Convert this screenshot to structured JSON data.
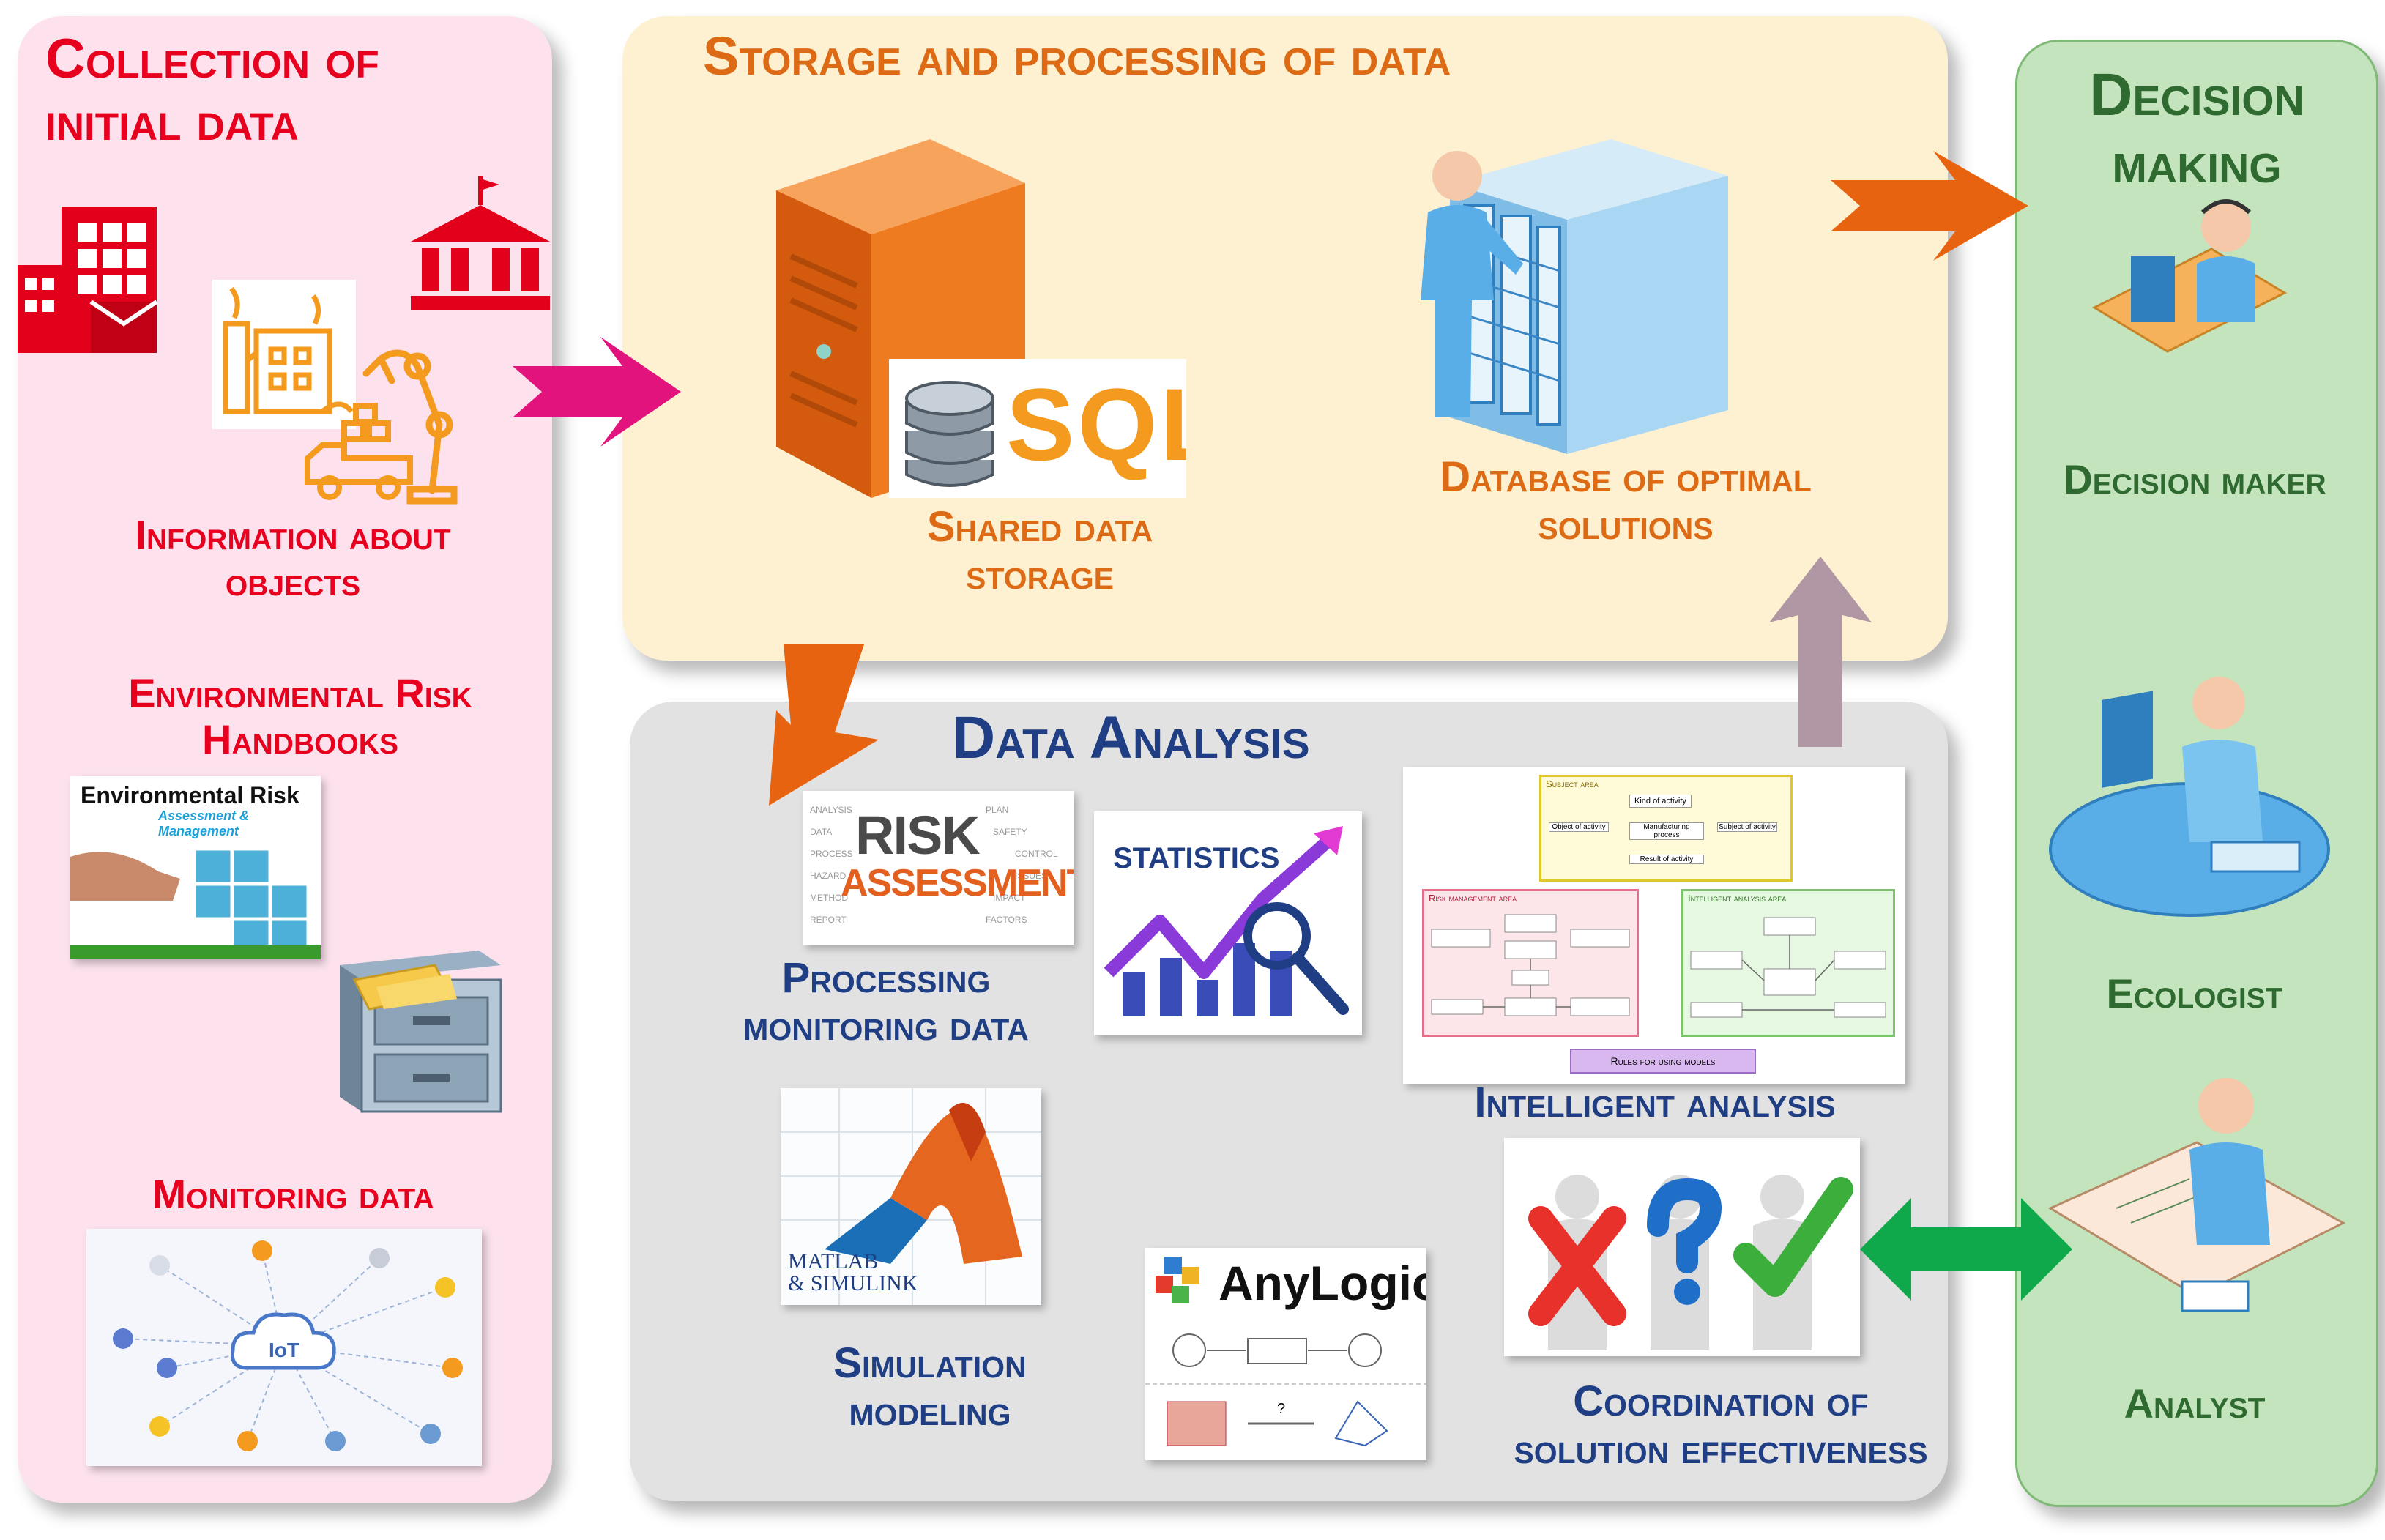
{
  "colors": {
    "collection_panel": "#fde2ee",
    "storage_panel": "#fdf1d1",
    "analysis_panel": "#e2e2e2",
    "decision_panel": "#c4e4bd",
    "red_text": "#e8001f",
    "navy_text": "#1f3e84",
    "green_text": "#2f6a30",
    "orange_text": "#dd6a15"
  },
  "collection": {
    "title": "Collection of\ninitial data",
    "objects_label": "Information about\nobjects",
    "handbooks_label": "Environmental Risk\nHandbooks",
    "handbook_card_title": "Environmental Risk",
    "handbook_card_subtitle": "Assessment & Management",
    "monitoring_label": "Monitoring data",
    "iot_label": "IoT",
    "icons": [
      "building-icon",
      "bank-icon",
      "factory-icon",
      "robot-arm-icon",
      "truck-icon",
      "file-cabinet-icon",
      "iot-cloud-icon"
    ]
  },
  "storage": {
    "title": "Storage and processing of data",
    "sql_text": "SQL",
    "shared_label": "Shared data\nstorage",
    "optimal_label": "Database of optimal\nsolutions",
    "icons": [
      "server-icon",
      "database-icon",
      "server-rack-icon",
      "person-icon"
    ]
  },
  "analysis": {
    "title": "Data Analysis",
    "processing_label": "Processing\nmonitoring data",
    "statistics_text": "STATISTICS",
    "risk_word": "RISK",
    "assessment_word": "ASSESSMENT",
    "intelligent_label": "Intelligent analysis",
    "simulation_label": "Simulation\nmodeling",
    "matlab_text": "MATLAB\n& SIMULINK",
    "anylogic_text": "AnyLogic",
    "coordination_label": "Coordination of\nsolution effectiveness",
    "intel_diagram": {
      "subject_area": "Subject area",
      "kind_of_activity": "Kind of activity",
      "object_of_activity": "Object of activity",
      "manufacturing_process": "Manufacturing process",
      "subject_of_activity": "Subject of activity",
      "result_of_activity": "Result of activity",
      "risk_area": "Risk management area",
      "intel_area": "Intelligent analysis area",
      "rules": "Rules for using models"
    }
  },
  "decision": {
    "title": "Decision\nmaking",
    "maker_label": "Decision maker",
    "ecologist_label": "Ecologist",
    "analyst_label": "Analyst"
  }
}
